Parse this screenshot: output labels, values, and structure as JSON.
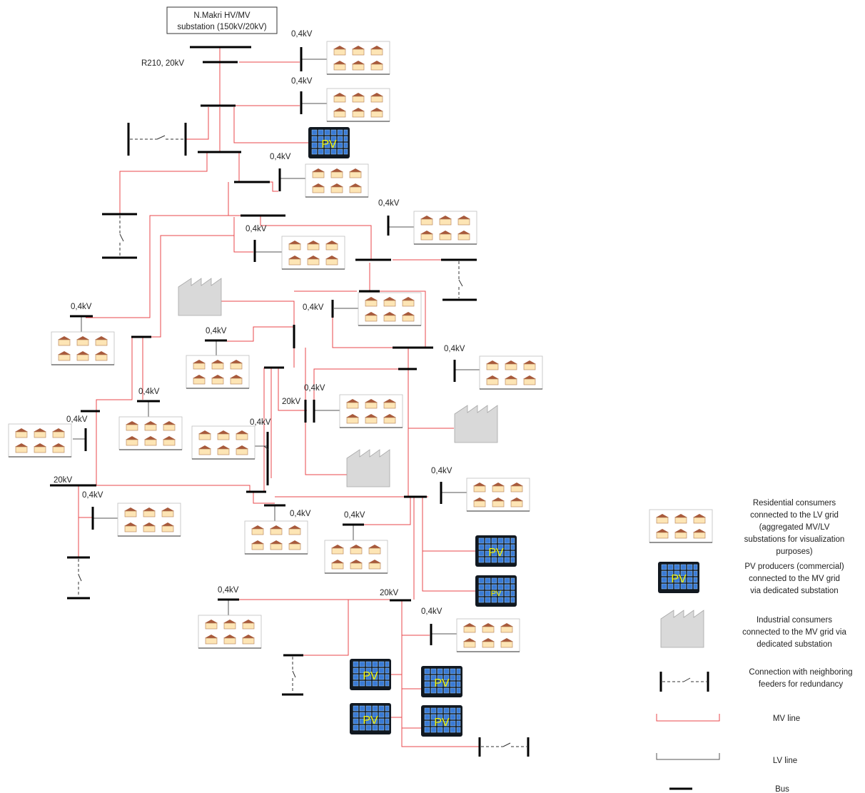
{
  "colors": {
    "mv_line": "#e8474b",
    "lv_line": "#555555",
    "bus": "#000000",
    "house_roof": "#a85a3c",
    "house_wall": "#fde5b5",
    "pv_text": "#f5f500"
  },
  "substation": {
    "line1": "N.Makri HV/MV",
    "line2": "substation (150kV/20kV)"
  },
  "labels": {
    "r210": "R210, 20kV",
    "lv": "0,4kV",
    "mv20": "20kV"
  },
  "pv_label": "PV",
  "legend": {
    "residential": [
      "Residential consumers",
      "connected to the LV grid",
      "(aggregated MV/LV",
      "substations for visualization",
      "purposes)"
    ],
    "pv": [
      "PV producers (commercial)",
      "connected to the MV grid",
      "via dedicated substation"
    ],
    "industrial": [
      "Industrial consumers",
      "connected to the MV grid via",
      "dedicated substation"
    ],
    "redundancy": [
      "Connection with neighboring",
      "feeders for redundancy"
    ],
    "mv_line": "MV line",
    "lv_line": "LV line",
    "bus": "Bus"
  }
}
